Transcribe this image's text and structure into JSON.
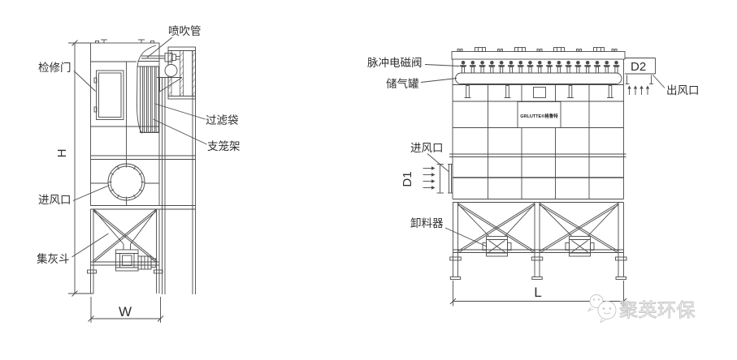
{
  "figure_left": {
    "labels": {
      "blow_pipe": "喷吹管",
      "inspection_door": "检修门",
      "filter_bag": "过滤袋",
      "cage_frame": "支笼架",
      "air_inlet": "进风口",
      "dust_hopper": "集灰斗"
    },
    "dimensions": {
      "height": "H",
      "width": "W"
    }
  },
  "figure_right": {
    "labels": {
      "pulse_valve": "脉冲电磁阀",
      "air_tank": "储气罐",
      "air_inlet": "进风口",
      "discharger": "卸料器",
      "air_outlet": "出风口"
    },
    "dimensions": {
      "outlet_diameter": "D2",
      "inlet_diameter": "D1",
      "length": "L"
    },
    "nameplate_logo": "GRLUTTE®格鲁特",
    "valve_count": 17
  },
  "watermark": {
    "text": "聚英环保"
  }
}
